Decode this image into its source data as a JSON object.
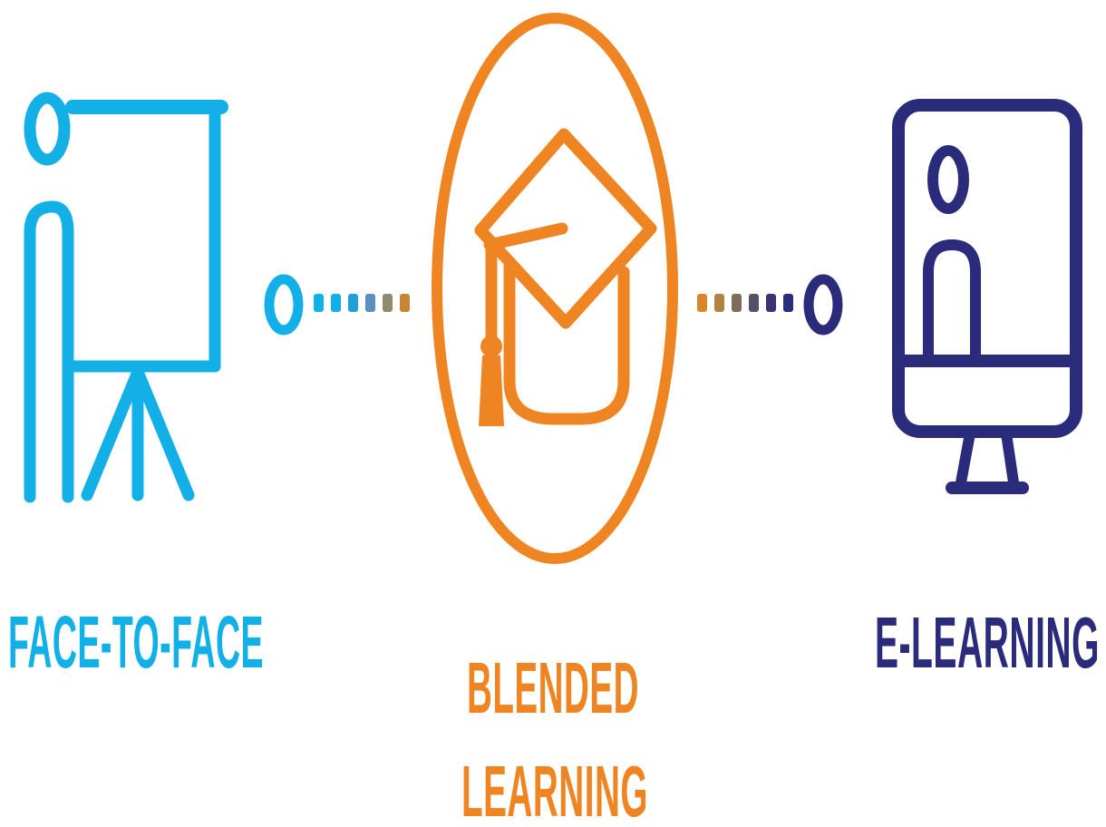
{
  "colors": {
    "face_to_face": "#12b0e6",
    "blended": "#ee8522",
    "e_learning": "#2a2b7a",
    "background": "#ffffff"
  },
  "nodes": {
    "face_to_face": {
      "label": "FACE-TO-FACE",
      "icon": "presenter-board-icon"
    },
    "blended": {
      "label_line1": "BLENDED",
      "label_line2": "LEARNING",
      "icon": "graduation-cap-icon"
    },
    "e_learning": {
      "label": "E-LEARNING",
      "icon": "computer-monitor-user-icon"
    }
  }
}
